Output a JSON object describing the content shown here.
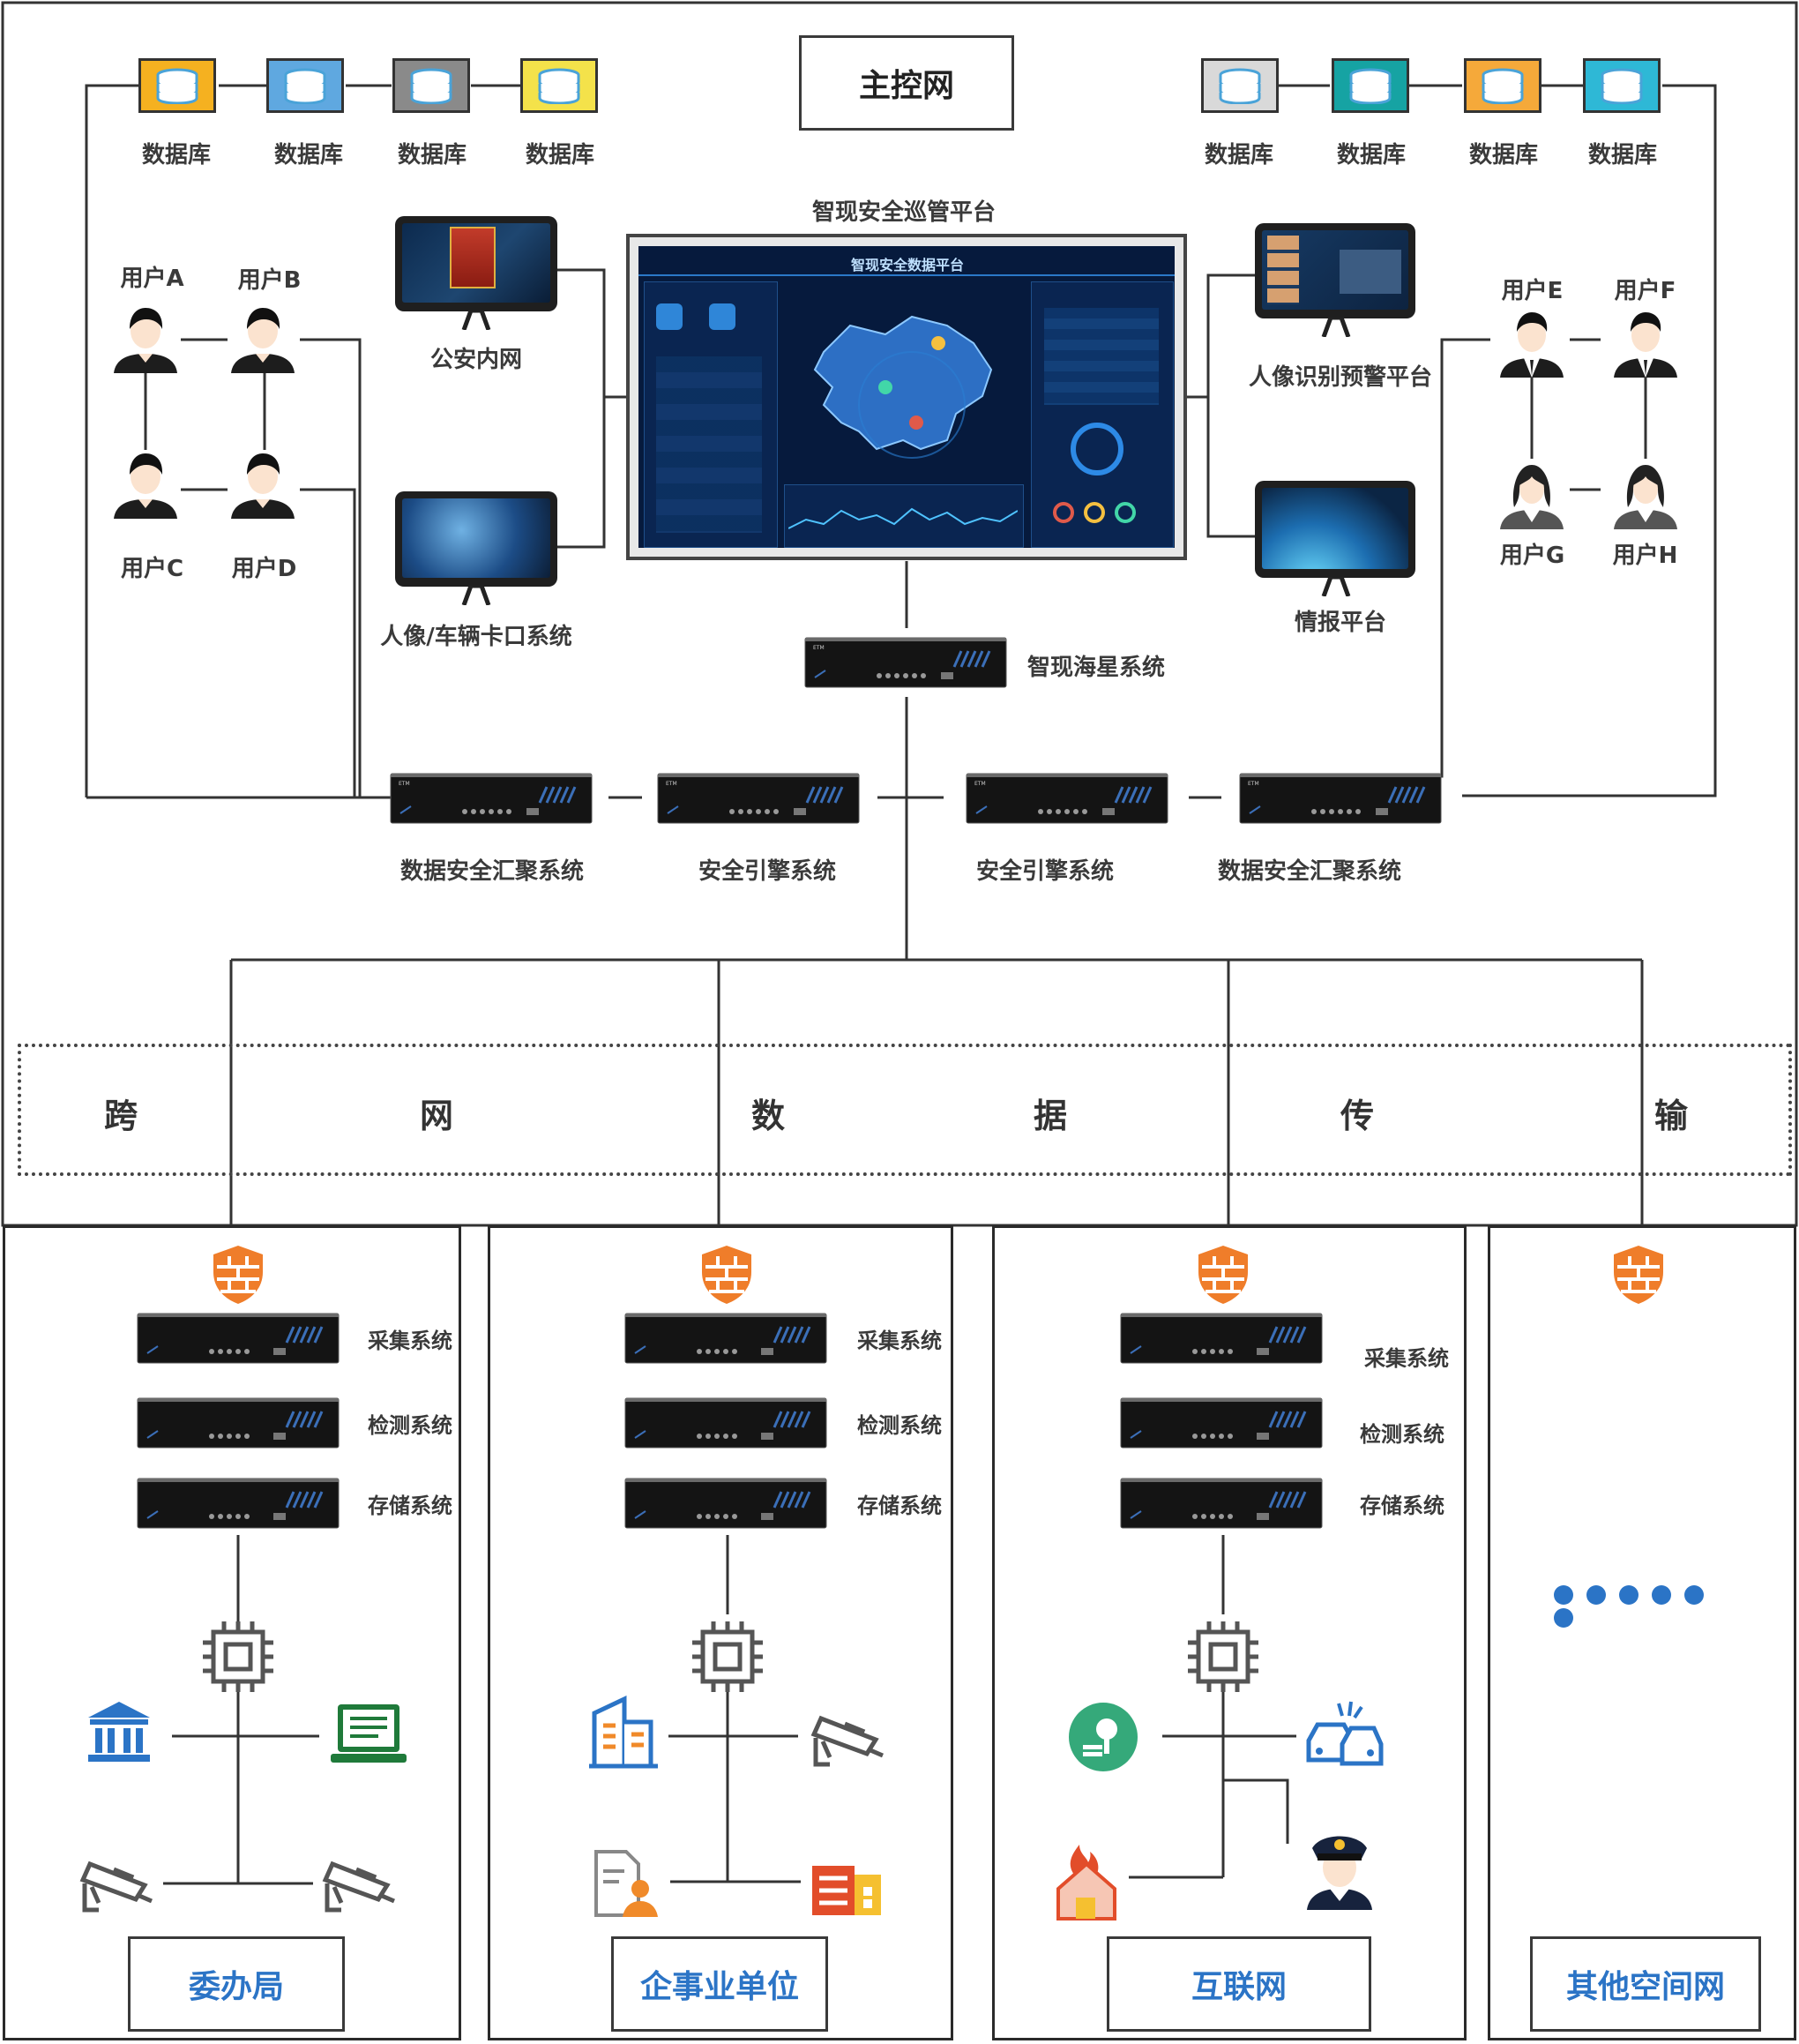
{
  "main_title": "主控网",
  "platform": {
    "title": "智现安全巡管平台",
    "screen_header": "智现安全数据平台"
  },
  "left_databases": [
    {
      "label": "数据库",
      "color": "#f5b120"
    },
    {
      "label": "数据库",
      "color": "#5fa8e0"
    },
    {
      "label": "数据库",
      "color": "#8a8a8a"
    },
    {
      "label": "数据库",
      "color": "#f4e24a"
    }
  ],
  "right_databases": [
    {
      "label": "数据库",
      "color": "#d9d9d9"
    },
    {
      "label": "数据库",
      "color": "#16a3a3"
    },
    {
      "label": "数据库",
      "color": "#f5a93a"
    },
    {
      "label": "数据库",
      "color": "#2eb8d6"
    }
  ],
  "left_users": [
    "用户A",
    "用户B",
    "用户C",
    "用户D"
  ],
  "right_users": [
    "用户E",
    "用户F",
    "用户G",
    "用户H"
  ],
  "left_platforms": [
    "公安内网",
    "人像/车辆卡口系统"
  ],
  "right_platforms": [
    "人像识别预警平台",
    "情报平台"
  ],
  "center_system": "智现海星系统",
  "mid_systems": [
    "数据安全汇聚系统",
    "安全引擎系统",
    "安全引擎系统",
    "数据安全汇聚系统"
  ],
  "transfer_chars": [
    "跨",
    "网",
    "数",
    "据",
    "传",
    "输"
  ],
  "zones": [
    {
      "name": "委办局",
      "systems": [
        "采集系统",
        "检测系统",
        "存储系统"
      ]
    },
    {
      "name": "企事业单位",
      "systems": [
        "采集系统",
        "检测系统",
        "存储系统"
      ]
    },
    {
      "name": "互联网",
      "systems": [
        "采集系统",
        "检测系统",
        "存储系统"
      ]
    },
    {
      "name": "其他空间网",
      "systems": []
    }
  ],
  "colors": {
    "accent_blue": "#2b74c6",
    "firewall_orange": "#ef7d2a",
    "green": "#1f7a3a"
  }
}
